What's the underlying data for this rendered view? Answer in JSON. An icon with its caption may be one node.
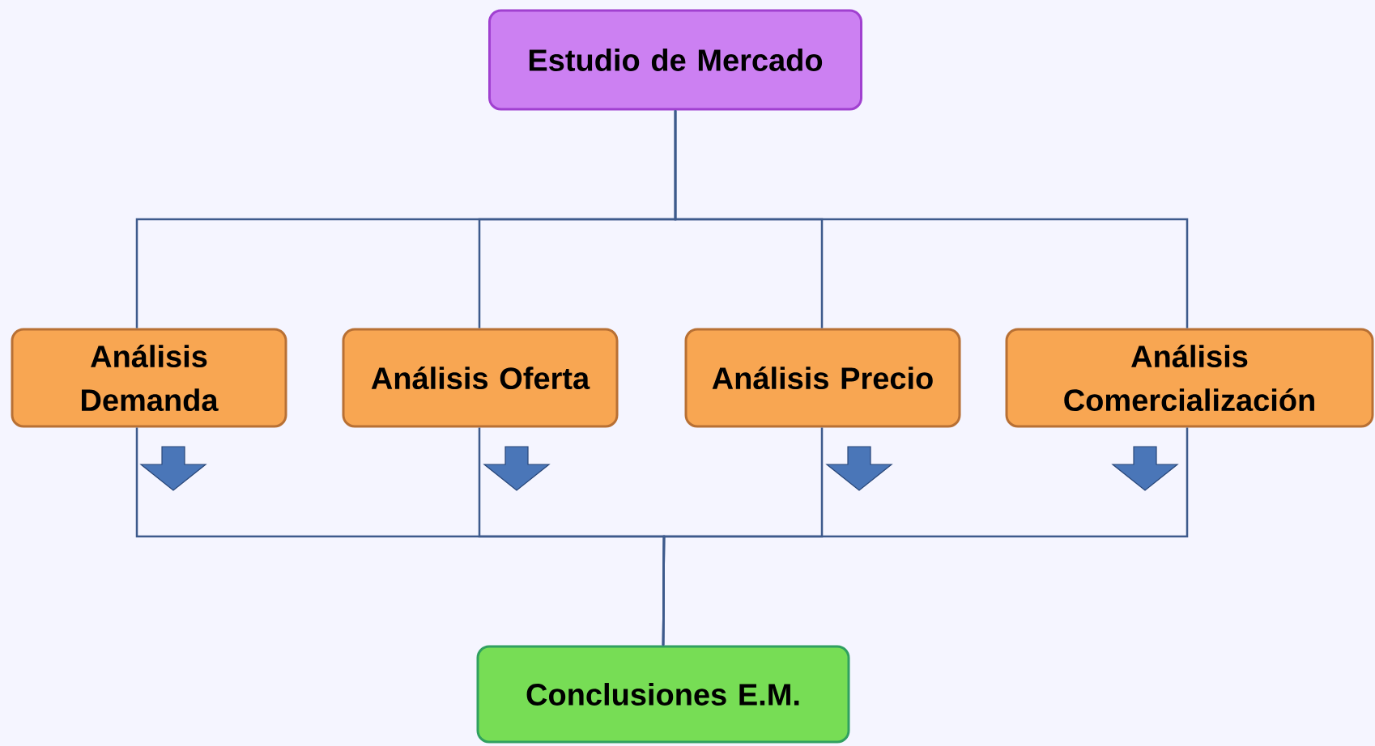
{
  "diagram": {
    "nodes": [
      {
        "text": [
          "Estudio de Mercado"
        ]
      },
      {
        "text": [
          "Análisis Demanda"
        ]
      },
      {
        "text": [
          "Análisis Oferta"
        ]
      },
      {
        "text": [
          "Análisis Precio"
        ]
      },
      {
        "text": [
          "Análisis Comercialización"
        ]
      },
      {
        "text": [
          "Conclusiones E.M."
        ]
      }
    ],
    "edges": [
      {
        "from": 0,
        "to": 1,
        "arrow": "none"
      },
      {
        "from": 0,
        "to": 2,
        "arrow": "none"
      },
      {
        "from": 0,
        "to": 3,
        "arrow": "none"
      },
      {
        "from": 0,
        "to": 4,
        "arrow": "none"
      },
      {
        "from": 1,
        "to": 5,
        "arrow": "none"
      },
      {
        "from": 2,
        "to": 5,
        "arrow": "none"
      },
      {
        "from": 3,
        "to": 5,
        "arrow": "none"
      },
      {
        "from": 4,
        "to": 5,
        "arrow": "none"
      }
    ]
  }
}
